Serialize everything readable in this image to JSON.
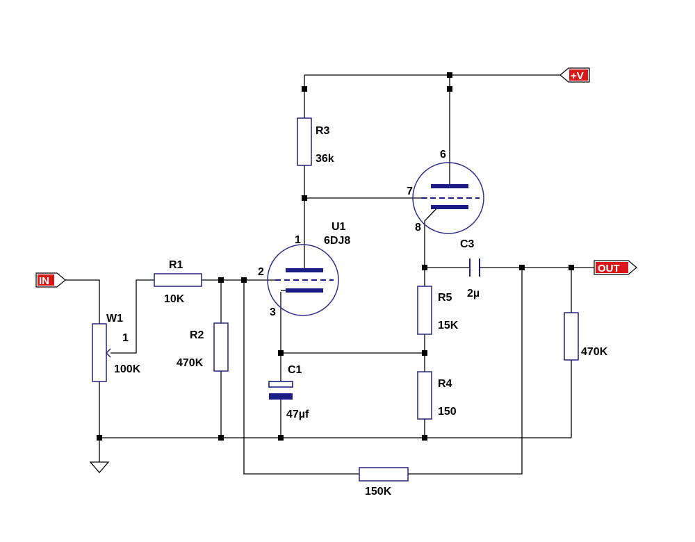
{
  "ports": {
    "in": "IN",
    "vplus": "+V",
    "out": "OUT"
  },
  "components": {
    "w1": {
      "ref": "W1",
      "pin": "1",
      "value": "100K"
    },
    "r1": {
      "ref": "R1",
      "value": "10K"
    },
    "r2": {
      "ref": "R2",
      "value": "470K"
    },
    "r3": {
      "ref": "R3",
      "value": "36k"
    },
    "r4": {
      "ref": "R4",
      "value": "150"
    },
    "r5": {
      "ref": "R5",
      "value": "15K"
    },
    "r_out": {
      "value": "470K"
    },
    "r_fb": {
      "value": "150K"
    },
    "c1": {
      "ref": "C1",
      "value": "47µf"
    },
    "c3": {
      "ref": "C3",
      "value": "2µ"
    },
    "u1": {
      "ref": "U1",
      "type": "6DJ8",
      "pins_a": [
        "1",
        "2",
        "3"
      ],
      "pins_b": [
        "6",
        "7",
        "8"
      ]
    }
  }
}
